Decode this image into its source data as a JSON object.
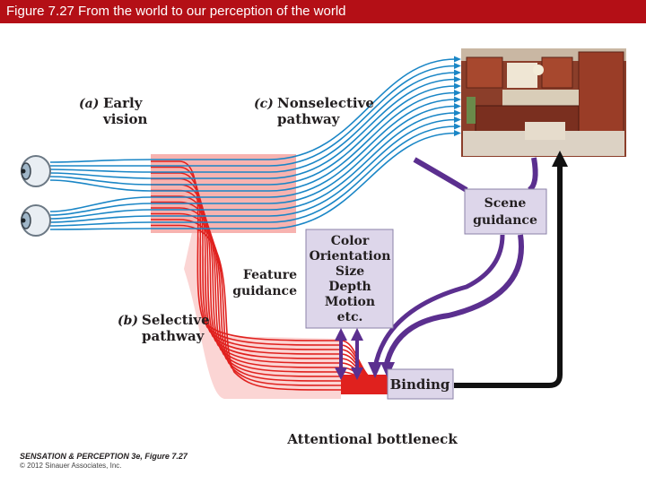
{
  "title": "Figure 7.27 From the world to our perception of the world",
  "labels": {
    "a_marker": "(a)",
    "early_vision_1": "Early",
    "early_vision_2": "vision",
    "c_marker": "(c)",
    "nonselective_1": "Nonselective",
    "nonselective_2": "pathway",
    "b_marker": "(b)",
    "selective_1": "Selective",
    "selective_2": "pathway",
    "feature_guidance_1": "Feature",
    "feature_guidance_2": "guidance",
    "attentional_bottleneck": "Attentional bottleneck"
  },
  "boxes": {
    "scene_guidance": [
      "Scene",
      "guidance"
    ],
    "features": [
      "Color",
      "Orientation",
      "Size",
      "Depth",
      "Motion",
      "etc."
    ],
    "binding": "Binding"
  },
  "credit": {
    "line1": "SENSATION & PERCEPTION 3e, Figure 7.27",
    "line2": "© 2012 Sinauer Associates, Inc."
  },
  "colors": {
    "title_bar": "#b40f16",
    "nonselective_blue": "#1a86c6",
    "selective_red": "#e0211e",
    "red_band_fill": "#f7b3b0",
    "guidance_purple": "#5b2f8f",
    "box_fill": "#ddd6ea",
    "feedback_black": "#111111"
  }
}
